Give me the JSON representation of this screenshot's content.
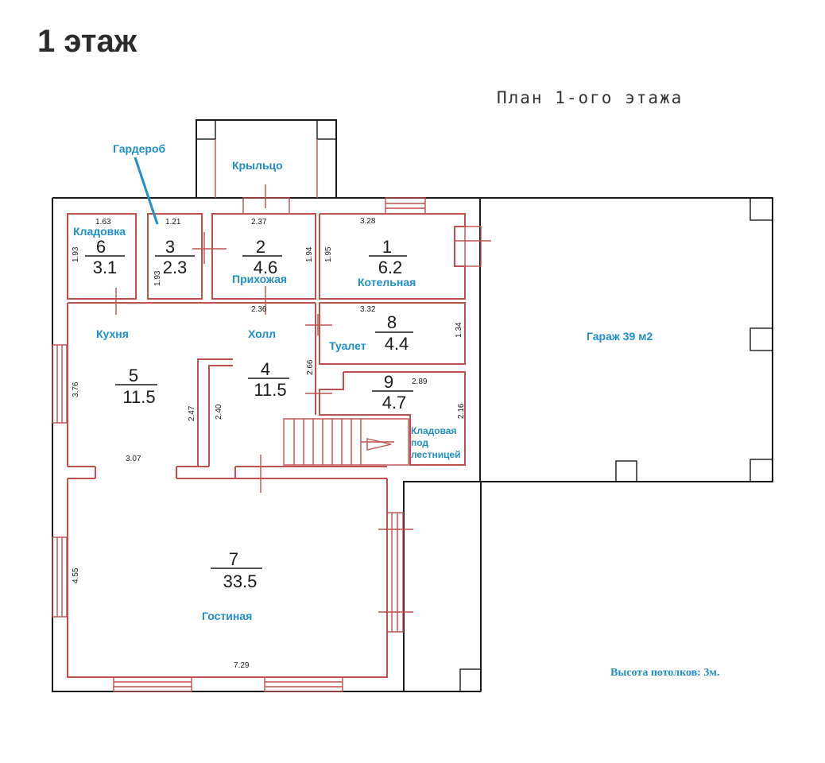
{
  "page": {
    "title": "1 этаж"
  },
  "plan": {
    "title": "План 1-ого этажа",
    "ceiling_note": "Высота потолков: 3м.",
    "garage_label": "Гараж 39 м2",
    "rooms": [
      {
        "id": "room-1",
        "number": "1",
        "area": "6.2",
        "name": "Котельная"
      },
      {
        "id": "room-2",
        "number": "2",
        "area": "4.6",
        "name": "Прихожая"
      },
      {
        "id": "room-3",
        "number": "3",
        "area": "2.3",
        "name": "Гардероб"
      },
      {
        "id": "room-4",
        "number": "4",
        "area": "11.5",
        "name": "Холл"
      },
      {
        "id": "room-5",
        "number": "5",
        "area": "11.5",
        "name": "Кухня"
      },
      {
        "id": "room-6",
        "number": "6",
        "area": "3.1",
        "name": "Кладовка"
      },
      {
        "id": "room-7",
        "number": "7",
        "area": "33.5",
        "name": "Гостиная"
      },
      {
        "id": "room-8",
        "number": "8",
        "area": "4.4",
        "name": "Туалет"
      },
      {
        "id": "room-9",
        "number": "9",
        "area": "4.7",
        "name": ""
      }
    ],
    "porch_label": "Крыльцо",
    "stair_storage_label": [
      "Кладовая",
      "под",
      "лестницей"
    ],
    "dimensions": {
      "d163": "1.63",
      "d121": "1.21",
      "d237": "2.37",
      "d328": "3.28",
      "d193a": "1.93",
      "d193b": "1.93",
      "d194": "1.94",
      "d195": "1.95",
      "d236": "2.36",
      "d332": "3.32",
      "d134": "1.34",
      "d376": "3.76",
      "d266": "2.66",
      "d289": "2.89",
      "d216": "2.16",
      "d247": "2.47",
      "d240": "2.40",
      "d307": "3.07",
      "d455": "4.55",
      "d729": "7.29"
    }
  }
}
